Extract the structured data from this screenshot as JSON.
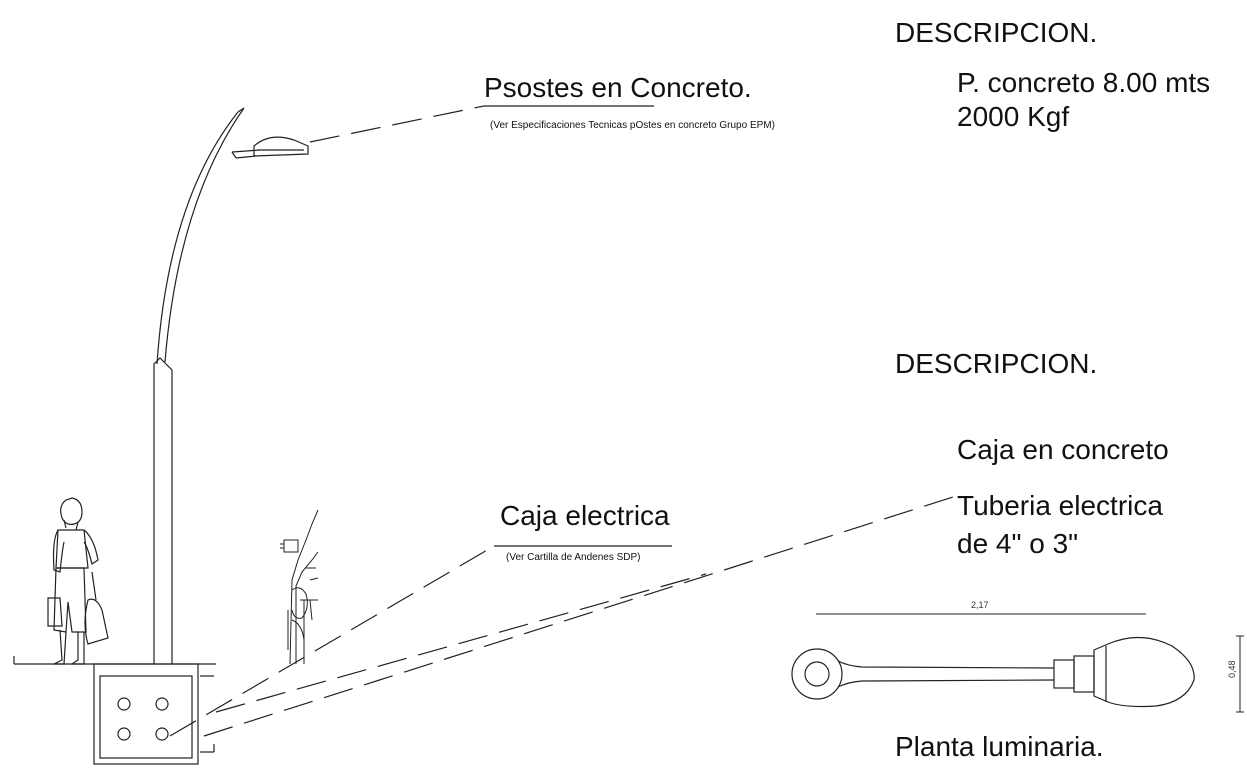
{
  "post": {
    "title": "Psostes  en Concreto.",
    "note": "(Ver Especificaciones Tecnicas pOstes en concreto Grupo EPM)"
  },
  "description_1": {
    "heading": "DESCRIPCION.",
    "line1": "P. concreto 8.00 mts",
    "line2": "2000 Kgf"
  },
  "box": {
    "title": "Caja electrica",
    "note": "(Ver Cartilla de Andenes SDP)"
  },
  "description_2": {
    "heading": "DESCRIPCION.",
    "line1": "Caja en concreto",
    "line2": "Tuberia electrica",
    "line3": "de 4\" o 3\""
  },
  "plan": {
    "title": "Planta luminaria.",
    "width_dim": "2,17",
    "height_dim": "0,48"
  },
  "colors": {
    "line": "#222222",
    "bg": "#ffffff"
  }
}
